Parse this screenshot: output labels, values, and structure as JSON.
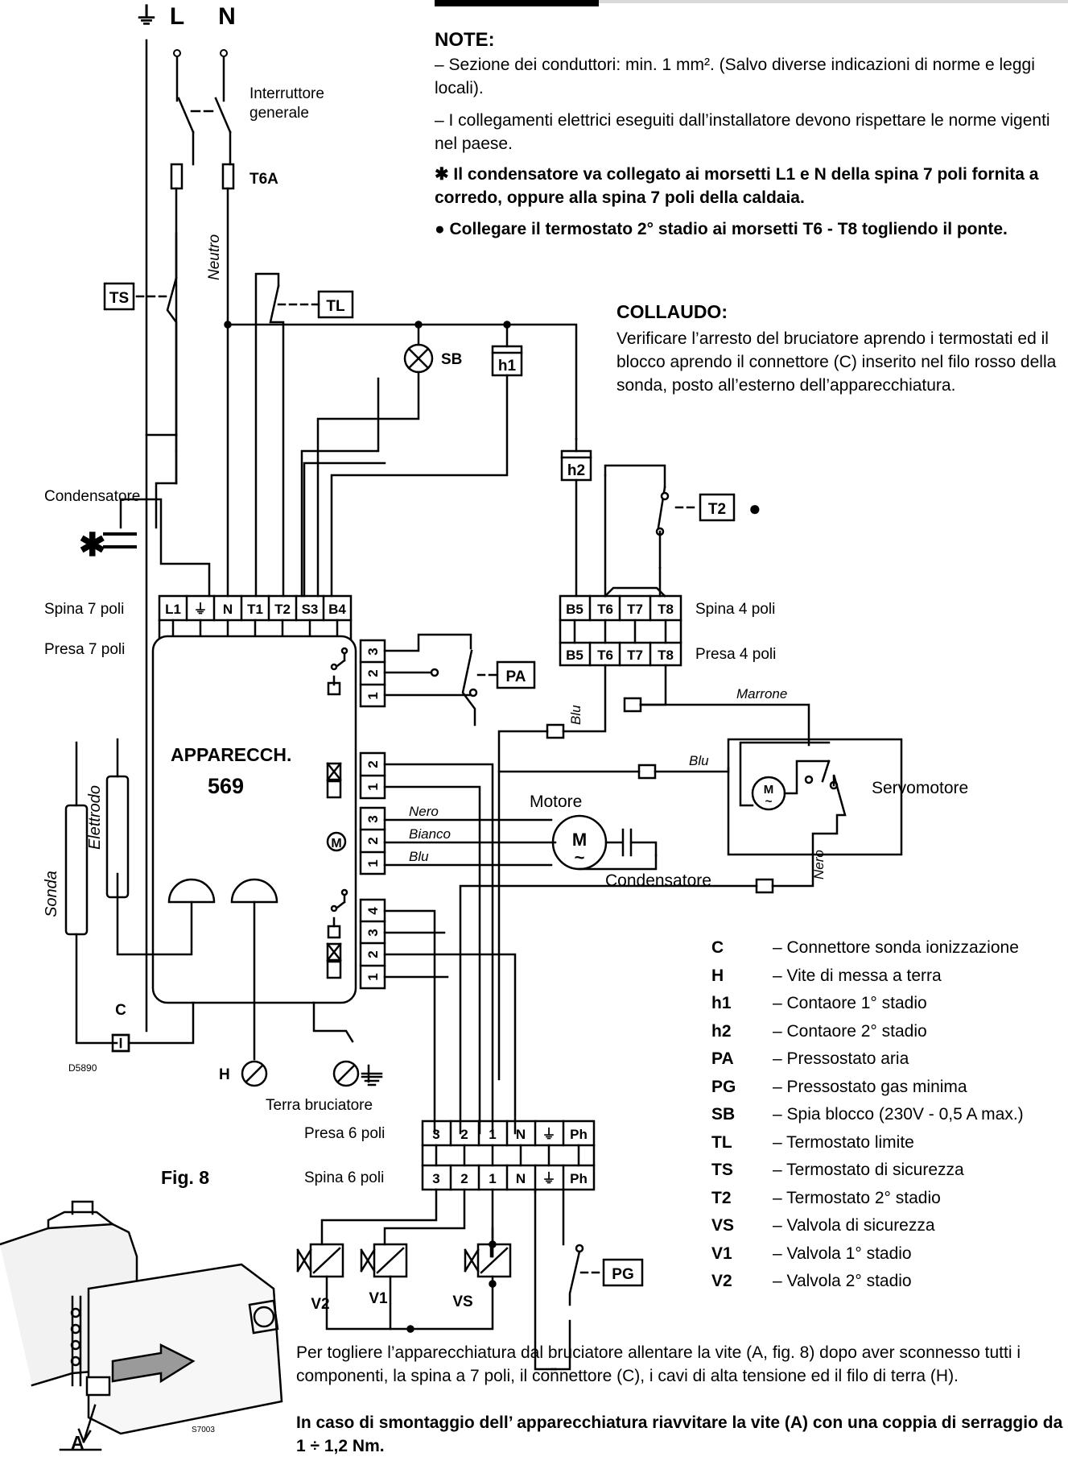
{
  "supply": {
    "earth": "⏚",
    "line": "L",
    "neutral": "N",
    "switch": "Interruttore generale",
    "fuse": "T6A",
    "neutral_wire": "Neutro"
  },
  "notes": {
    "title": "NOTE:",
    "items": [
      "– Sezione dei conduttori: min. 1 mm². (Salvo diverse indicazioni di norme e leggi locali).",
      "– I collegamenti elettrici eseguiti dall’installatore devono rispettare le norme vigenti nel paese.",
      "✱ Il condensatore va collegato ai morsetti  L1 e N  della spina 7 poli fornita a corredo, oppure alla spina 7 poli della caldaia.",
      "● Collegare il termostato 2° stadio ai morsetti T6 - T8 togliendo il ponte."
    ]
  },
  "collaudo": {
    "title": "COLLAUDO:",
    "text": "Verificare l’arresto del bruciatore aprendo i termostati ed il blocco aprendo il connettore (C) inserito nel filo rosso della sonda, posto all’esterno dell’apparecchiatura."
  },
  "components": {
    "ts": "TS",
    "tl": "TL",
    "sb": "SB",
    "h1": "h1",
    "h2": "h2",
    "t2": "T2",
    "pa": "PA",
    "pg": "PG",
    "v1": "V1",
    "v2": "V2",
    "vs": "VS",
    "c": "C",
    "h": "H",
    "condensatore": "Condensatore",
    "asterisk": "✱",
    "bullet": "●",
    "spina7": "Spina 7 poli",
    "presa7": "Presa 7 poli",
    "spina4": "Spina 4 poli",
    "presa4": "Presa 4 poli",
    "presa6": "Presa 6 poli",
    "spina6": "Spina 6 poli",
    "device_line1": "APPARECCH.",
    "device_line2": "569",
    "sonda": "Sonda",
    "elettrodo": "Elettrodo",
    "motore": "Motore",
    "motor_condensatore": "Condensatore",
    "servomotore": "Servomotore",
    "terra": "Terra bruciatore",
    "code1": "D5890",
    "code2": "S7003",
    "fig": "Fig. 8",
    "a_label": "A",
    "m_symbol": "M",
    "tilde": "~"
  },
  "terminals": {
    "seven": [
      "L1",
      "⏚",
      "N",
      "T1",
      "T2",
      "S3",
      "B4"
    ],
    "four": [
      "B5",
      "T6",
      "T7",
      "T8"
    ],
    "six": [
      "3",
      "2",
      "1",
      "N",
      "⏚",
      "Ph"
    ],
    "pa_block": [
      "3",
      "2",
      "1"
    ],
    "valve_block": [
      "2",
      "1"
    ],
    "motor_block": [
      "3",
      "2",
      "1"
    ],
    "out_block": [
      "4",
      "3",
      "2",
      "1"
    ]
  },
  "wires": {
    "nero": "Nero",
    "bianco": "Bianco",
    "blu": "Blu",
    "marrone": "Marrone"
  },
  "legend": [
    {
      "code": "C",
      "desc": "– Connettore sonda ionizzazione"
    },
    {
      "code": "H",
      "desc": "– Vite di messa a terra"
    },
    {
      "code": "h1",
      "desc": "– Contaore 1° stadio"
    },
    {
      "code": "h2",
      "desc": "– Contaore 2° stadio"
    },
    {
      "code": "PA",
      "desc": "– Pressostato aria"
    },
    {
      "code": "PG",
      "desc": "– Pressostato gas minima"
    },
    {
      "code": "SB",
      "desc": "– Spia blocco (230V - 0,5 A max.)"
    },
    {
      "code": "TL",
      "desc": "– Termostato limite"
    },
    {
      "code": "TS",
      "desc": "– Termostato di sicurezza"
    },
    {
      "code": "T2",
      "desc": "– Termostato 2° stadio"
    },
    {
      "code": "VS",
      "desc": "– Valvola di sicurezza"
    },
    {
      "code": "V1",
      "desc": "– Valvola 1° stadio"
    },
    {
      "code": "V2",
      "desc": "– Valvola 2° stadio"
    }
  ],
  "bottom": {
    "text1": "Per togliere l’apparecchiatura dal bruciatore allentare la vite (A, fig. 8) dopo aver sconnesso tutti i componenti, la spina a 7 poli, il connettore (C), i cavi di alta tensione  ed il filo di terra (H).",
    "text2": "In caso di smontaggio dell’ apparecchiatura riavvitare la vite (A) con una coppia di serraggio da 1 ÷ 1,2 Nm."
  },
  "colors": {
    "line": "#000000",
    "header_bar": "#000000",
    "header_rule": "#d9d9d9",
    "photo_bg": "#f2f2f2",
    "arrow": "#9a9a9a"
  }
}
